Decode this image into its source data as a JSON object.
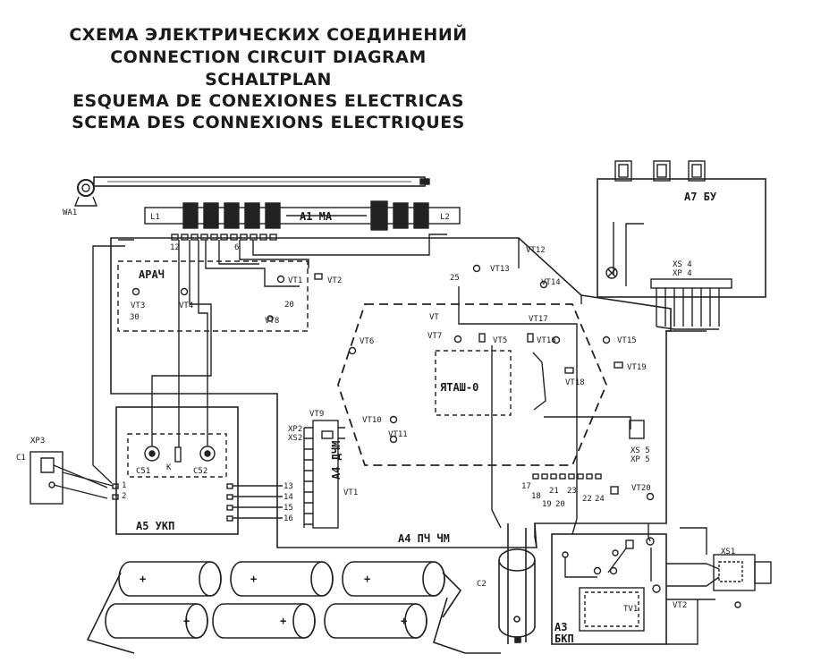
{
  "titles": [
    "СХЕМА ЭЛЕКТРИЧЕСКИХ СОЕДИНЕНИЙ",
    "CONNECTION CIRCUIT DIAGRAM",
    "SCHALTPLAN",
    "ESQUEMA DE CONEXIONES ELECTRICAS",
    "SCEMA DES CONNEXIONS ELECTRIQUES"
  ],
  "labels": {
    "antenna": "WA1",
    "magnetic_antenna": "A1 MA",
    "coil_l1": "L1",
    "coil_l2": "L2",
    "terminal_12": "12",
    "terminal_6": "6",
    "terminal_25": "25",
    "am_block": "АРАЧ",
    "am_vt3": "VT3",
    "am_vt4": "VT4",
    "am_30": "30",
    "am_20": "20",
    "am_vt8": "VT8",
    "vt1_top": "VT1",
    "vt2_top": "VT2",
    "vt12": "VT12",
    "vt13": "VT13",
    "vt14": "VT14",
    "vt6": "VT6",
    "vt7": "VT7",
    "vt5": "VT5",
    "vt15": "VT15",
    "vt16": "VT16",
    "vt17": "VT17",
    "vt19": "VT19",
    "vt18": "VT18",
    "vt10": "VT10",
    "vt11": "VT11",
    "vt20": "VT20",
    "vt_t": "VT",
    "module_center": "ЯТАШ-0",
    "a7": "A7 БУ",
    "xs4": "XS 4",
    "xp4": "XP 4",
    "xs5": "XS 5",
    "xp5": "XP 5",
    "xp3": "XP3",
    "c1": "C1",
    "xp2": "XP2",
    "xs2": "XS2",
    "vt9": "VT9",
    "a4_dch": "А4 ДЧМ",
    "vt1_mid": "VT1",
    "a4_bottom": "А4 ПЧ ЧМ",
    "a5": "А5 УКП",
    "c51": "C51",
    "c52": "C52",
    "k": "К",
    "pin1": "1",
    "pin2": "2",
    "a5_pins": [
      "13",
      "14",
      "15",
      "16"
    ],
    "c2": "C2",
    "a3": "А3",
    "a3b": "БКП",
    "tv1": "TV1",
    "vt2_bot": "VT2",
    "n17": "17",
    "n18": "18",
    "n21": "21",
    "n23": "23",
    "n19": "19",
    "n20": "20",
    "n22": "22",
    "n24": "24",
    "xs1": "XS1",
    "plus": "+"
  }
}
